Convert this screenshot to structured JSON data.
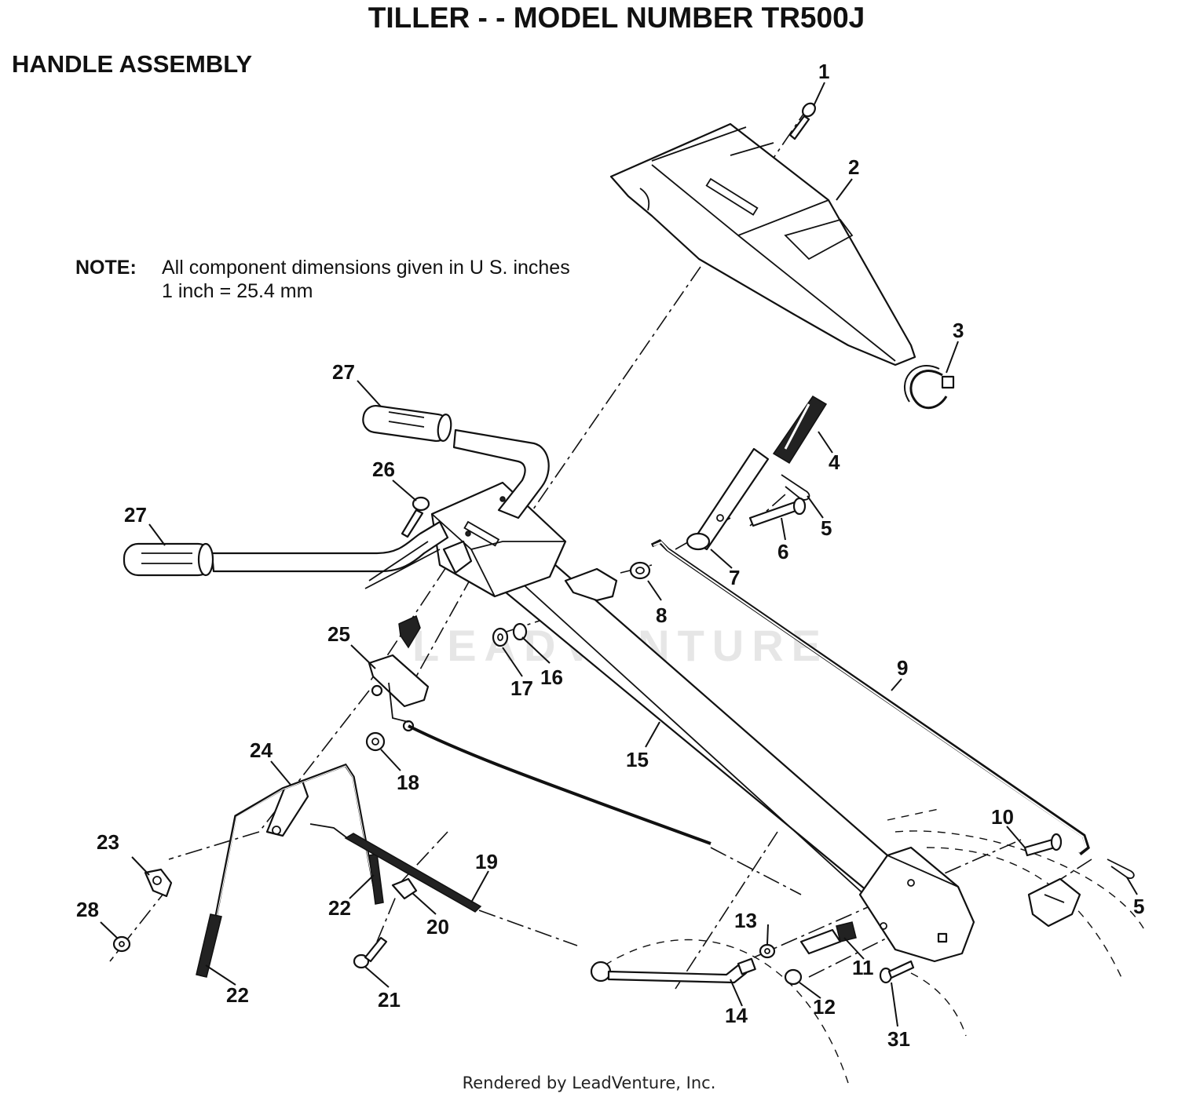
{
  "header": {
    "title": "TILLER - - MODEL NUMBER TR500J",
    "section": "HANDLE ASSEMBLY"
  },
  "note": {
    "label": "NOTE:",
    "line1": "All component dimensions given in U S. inches",
    "line2": "1 inch = 25.4 mm"
  },
  "watermark": "LEADVENTURE",
  "footer": "Rendered by LeadVenture, Inc.",
  "callouts": [
    "1",
    "2",
    "3",
    "4",
    "5",
    "6",
    "7",
    "8",
    "9",
    "10",
    "11",
    "12",
    "13",
    "14",
    "15",
    "16",
    "17",
    "18",
    "19",
    "20",
    "21",
    "22",
    "23",
    "24",
    "25",
    "26",
    "27",
    "28",
    "31"
  ],
  "colors": {
    "ink": "#111111",
    "paper": "#ffffff",
    "watermark": "#e6e6e6"
  }
}
